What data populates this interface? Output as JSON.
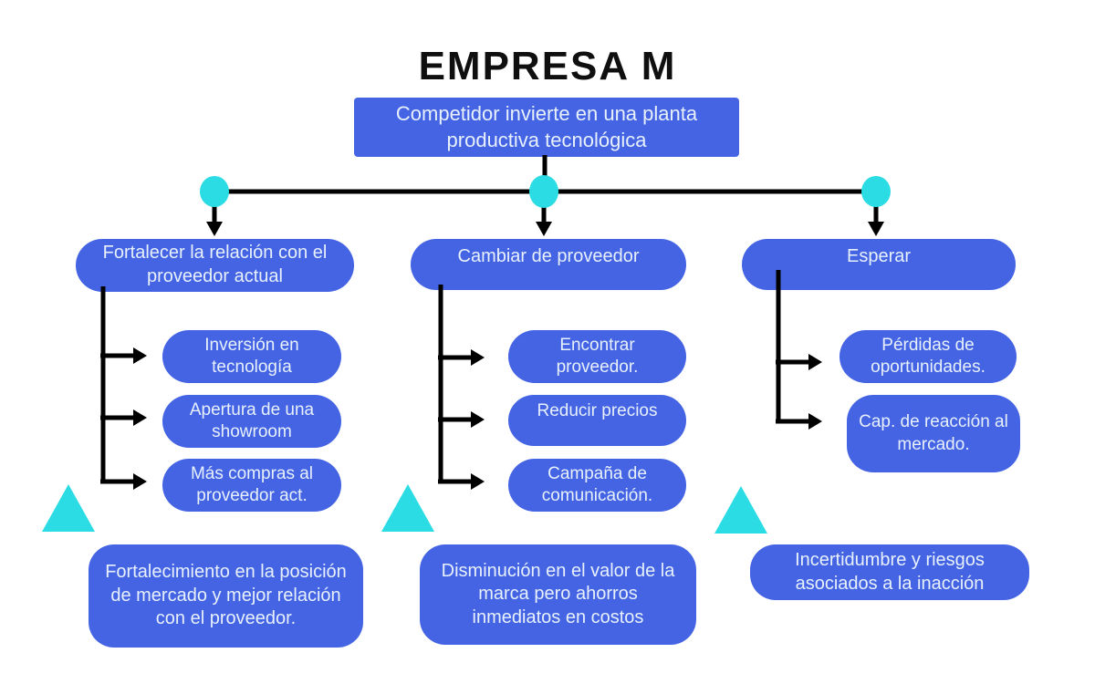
{
  "title": "EMPRESA M",
  "root": {
    "text": "Competidor invierte en una planta productiva tecnológica"
  },
  "branches": [
    {
      "label": "Fortalecer la relación con el proveedor actual",
      "children": [
        "Inversión en tecnología",
        "Apertura de una showroom",
        "Más compras al proveedor act."
      ],
      "outcome": "Fortalecimiento en la posición de mercado y mejor relación con el proveedor."
    },
    {
      "label": "Cambiar de proveedor",
      "children": [
        "Encontrar proveedor.",
        "Reducir precios",
        "Campaña de comunicación."
      ],
      "outcome": "Disminución en el valor de la marca pero ahorros inmediatos en costos"
    },
    {
      "label": "Esperar",
      "children": [
        "Pérdidas de oportunidades.",
        "Cap. de reacción al mercado."
      ],
      "outcome": "Incertidumbre y  riesgos asociados a la inacción"
    }
  ],
  "colors": {
    "node_blue": "#4464E4",
    "accent_cyan": "#2BDCE4",
    "connector_black": "#000000",
    "text_light": "#E7F0FB",
    "background": "#FFFFFF"
  }
}
